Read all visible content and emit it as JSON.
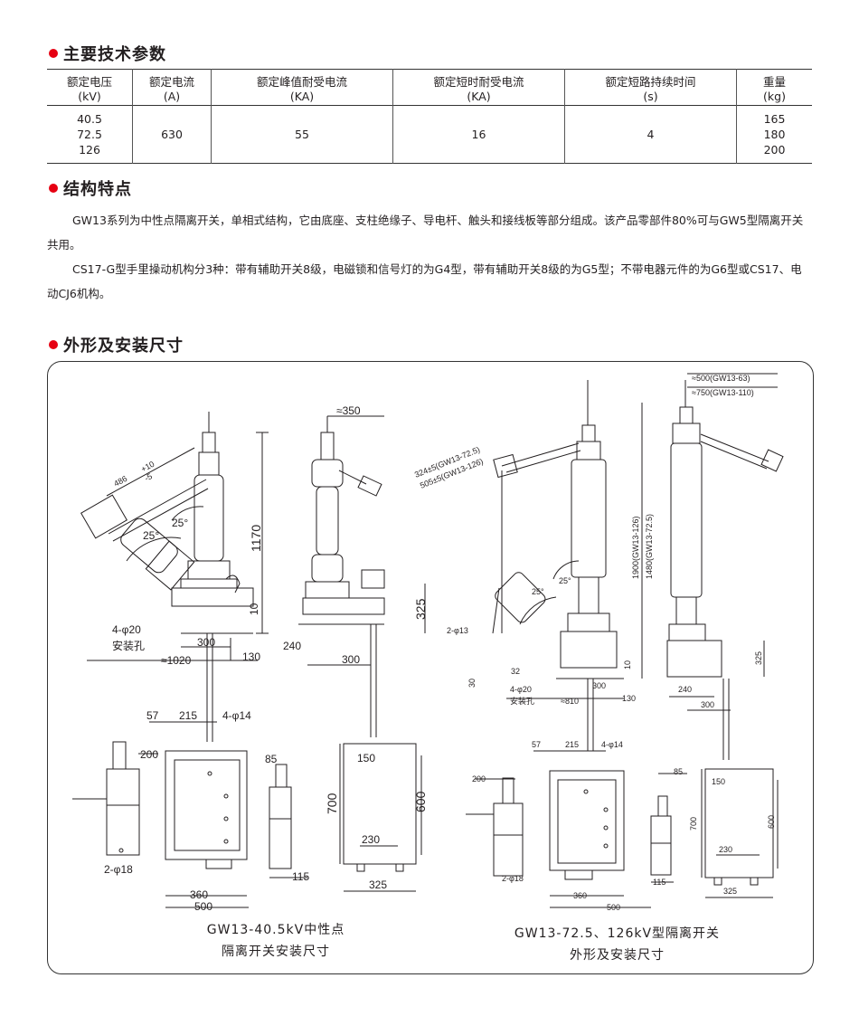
{
  "sections": {
    "params_title": "主要技术参数",
    "structure_title": "结构特点",
    "dims_title": "外形及安装尺寸"
  },
  "spec_table": {
    "headers": [
      {
        "name": "额定电压",
        "unit": "(kV)"
      },
      {
        "name": "额定电流",
        "unit": "(A)"
      },
      {
        "name": "额定峰值耐受电流",
        "unit": "(KA)"
      },
      {
        "name": "额定短时耐受电流",
        "unit": "(KA)"
      },
      {
        "name": "额定短路持续时间",
        "unit": "(s)"
      },
      {
        "name": "重量",
        "unit": "(kg)"
      }
    ],
    "row": {
      "voltage": [
        "40.5",
        "72.5",
        "126"
      ],
      "current": "630",
      "peak": "55",
      "short_time": "16",
      "duration": "4",
      "weight": [
        "165",
        "180",
        "200"
      ]
    }
  },
  "structure": {
    "p1": "GW13系列为中性点隔离开关，单相式结构，它由底座、支柱绝缘子、导电杆、触头和接线板等部分组成。该产品零部件80%可与GW5型隔离开关共用。",
    "p2": "CS17-G型手里操动机构分3种：带有辅助开关8级，电磁锁和信号灯的为G4型，带有辅助开关8级的为G5型；不带电器元件的为G6型或CS17、电动CJ6机构。"
  },
  "drawings": {
    "left": {
      "caption_line1": "GW13-40.5kV中性点",
      "caption_line2": "隔离开关安装尺寸",
      "dims": {
        "d486": "486",
        "d486_tol_up": "+10",
        "d486_tol_dn": "-5",
        "angle1": "25°",
        "angle2": "25°",
        "d1170": "1170",
        "d10": "10",
        "d300": "300",
        "d130": "130",
        "d1020": "≈1020",
        "hole": "4-φ20",
        "hole_label": "安装孔",
        "d350": "≈350",
        "d325": "325",
        "d240": "240",
        "d300b": "300",
        "d57": "57",
        "d215": "215",
        "d4phi14": "4-φ14",
        "d200": "200",
        "d2phi18": "2-φ18",
        "d360": "360",
        "d500": "500",
        "d85": "85",
        "d115": "115",
        "d150": "150",
        "d700": "700",
        "d600": "600",
        "d230": "230",
        "d325b": "325"
      }
    },
    "right": {
      "caption_line1": "GW13-72.5、126kV型隔离开关",
      "caption_line2": "外形及安装尺寸",
      "dims": {
        "d500": "≈500(GW13-63)",
        "d750": "≈750(GW13-110)",
        "d324": "324±5(GW13-72.5)",
        "d505": "505±5(GW13-126)",
        "d1900": "1900(GW13-126)",
        "d1480": "1480(GW13-72.5)",
        "angle1": "25°",
        "angle2": "25°",
        "d2phi13": "2-φ13",
        "d30": "30",
        "d32": "32",
        "hole": "4-φ20",
        "hole_label": "安装孔",
        "d810": "≈810",
        "d300": "300",
        "d10": "10",
        "d130": "130",
        "d325": "325",
        "d240": "240",
        "d300b": "300",
        "d57": "57",
        "d215": "215",
        "d4phi14": "4-φ14",
        "d200": "200",
        "d85": "85",
        "d150": "150",
        "d700": "700",
        "d600": "600",
        "d230": "230",
        "d325b": "325",
        "d2phi18": "2-φ18",
        "d360": "360",
        "d500b": "500",
        "d115": "115"
      }
    }
  },
  "colors": {
    "accent": "#e60012",
    "line": "#231f20"
  }
}
